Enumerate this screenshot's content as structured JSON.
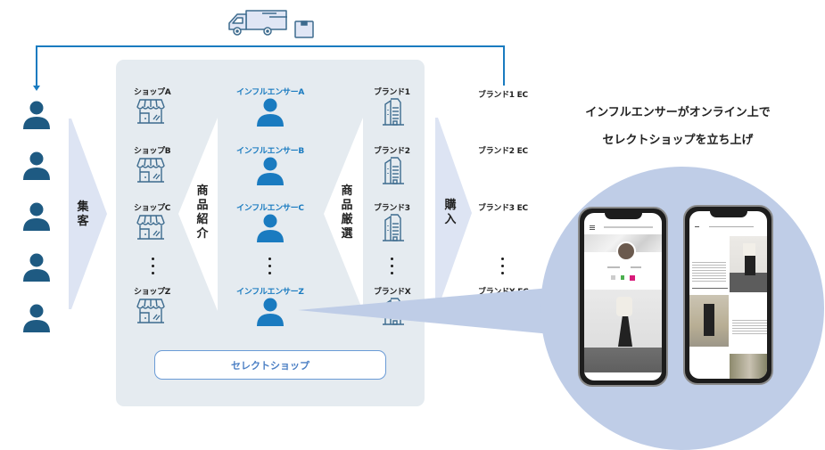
{
  "diagram": {
    "customers_count": 5,
    "arrow_labels": {
      "collect": "集客",
      "introduce": "商品紹介",
      "select": "商品厳選",
      "purchase": "購入"
    },
    "shops": [
      {
        "label": "ショップA"
      },
      {
        "label": "ショップB"
      },
      {
        "label": "ショップC"
      },
      {
        "label": "ショップZ"
      }
    ],
    "influencers": [
      {
        "label": "インフルエンサーA"
      },
      {
        "label": "インフルエンサーB"
      },
      {
        "label": "インフルエンサーC"
      },
      {
        "label": "インフルエンサーZ"
      }
    ],
    "brands": [
      {
        "label": "ブランド1"
      },
      {
        "label": "ブランド2"
      },
      {
        "label": "ブランド3"
      },
      {
        "label": "ブランドX"
      }
    ],
    "brand_ecs": [
      {
        "label": "ブランド1 EC"
      },
      {
        "label": "ブランド2 EC"
      },
      {
        "label": "ブランド3 EC"
      },
      {
        "label": "ブランドX EC"
      }
    ],
    "select_shop_label": "セレクトショップ",
    "headline": {
      "line1": "インフルエンサーがオンライン上で",
      "line2": "セレクトショップを立ち上げ"
    },
    "icons": {
      "delivery": "delivery-truck-icon",
      "package": "package-box-icon",
      "customer": "person-icon",
      "shop": "storefront-icon",
      "brand": "office-building-icon"
    },
    "colors": {
      "customer": "#1e5a82",
      "influencer": "#1a7bc0",
      "flow_line": "#1a7bc0",
      "panel_bg": "#e5ebf0",
      "arrow_fill": "#dde4f3",
      "circle_bg": "#bfcde7",
      "icon_stroke": "#3d6b8e",
      "select_btn_border": "#6a9bd6",
      "select_btn_text": "#4b7fc4"
    }
  }
}
